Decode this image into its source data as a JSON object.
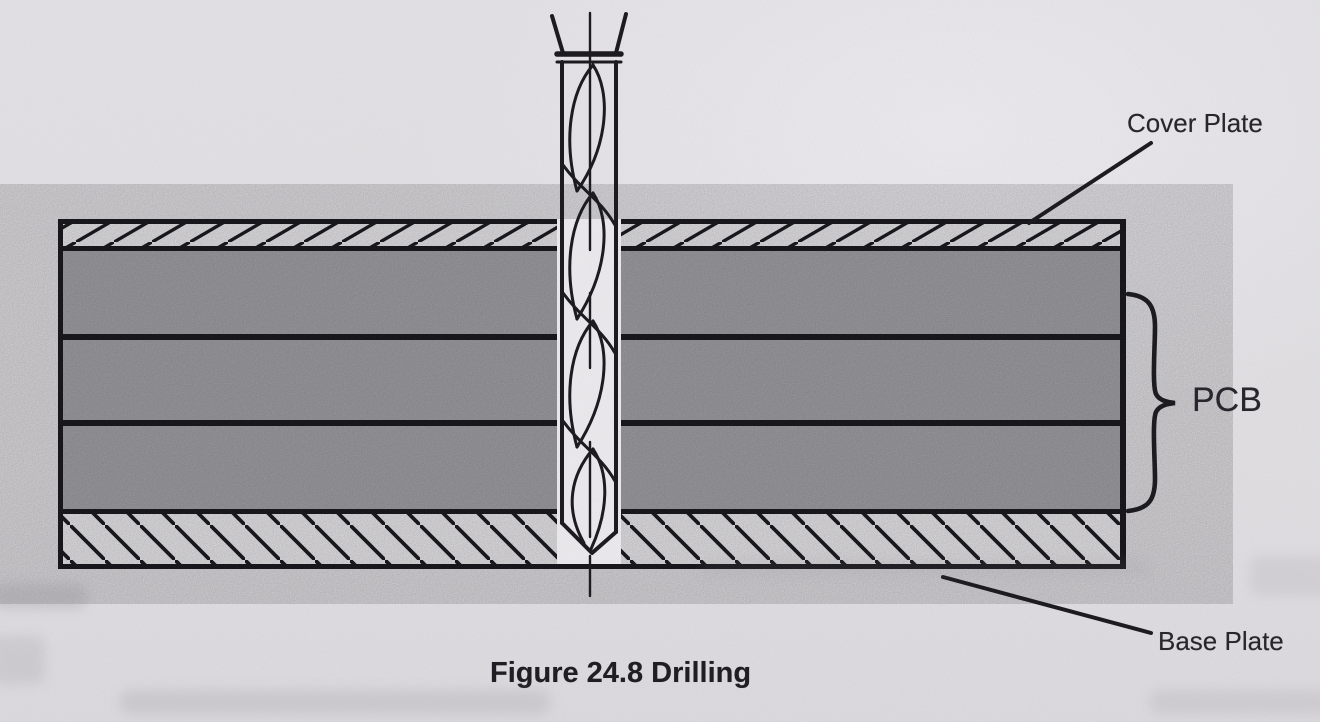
{
  "diagram": {
    "caption": "Figure 24.8 Drilling",
    "labels": {
      "cover_plate": "Cover Plate",
      "pcb": "PCB",
      "base_plate": "Base Plate"
    },
    "layers": [
      {
        "name": "Cover Plate",
        "fill": "hatched"
      },
      {
        "name": "PCB",
        "fill": "solid-gray",
        "board_count": 3
      },
      {
        "name": "Base Plate",
        "fill": "hatched"
      }
    ],
    "tool": "twist drill bit"
  },
  "colors": {
    "background": "#e9e7ea",
    "paper_white": "#f3f1f4",
    "layer_gray": "#a9a8ae",
    "line": "#1e1d22"
  }
}
